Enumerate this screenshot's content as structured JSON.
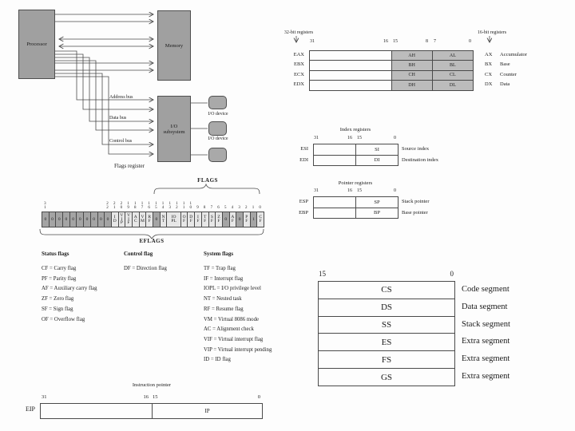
{
  "figure": {
    "system_diagram": {
      "processor_label": "Processor",
      "memory_label": "Memory",
      "io_subsystem_label": "I/O subsystem",
      "bus_labels": [
        "Address bus",
        "Data bus",
        "Control bus"
      ],
      "io_device_labels": [
        "I/O device",
        "I/O device"
      ],
      "caption": "Flags register"
    },
    "gp_registers": {
      "left_title": "32-bit registers",
      "right_title": "16-bit registers",
      "bit_labels": [
        "31",
        "16",
        "15",
        "8",
        "7",
        "0"
      ],
      "rows": [
        {
          "reg32": "EAX",
          "high": "AH",
          "low": "AL",
          "reg16": "AX",
          "desc": "Accumulator"
        },
        {
          "reg32": "EBX",
          "high": "BH",
          "low": "BL",
          "reg16": "BX",
          "desc": "Base"
        },
        {
          "reg32": "ECX",
          "high": "CH",
          "low": "CL",
          "reg16": "CX",
          "desc": "Counter"
        },
        {
          "reg32": "EDX",
          "high": "DH",
          "low": "DL",
          "reg16": "DX",
          "desc": "Data"
        }
      ]
    },
    "index_registers": {
      "title": "Index registers",
      "bit_labels": [
        "31",
        "16",
        "15",
        "0"
      ],
      "rows": [
        {
          "reg": "ESI",
          "field": "SI",
          "desc": "Source index"
        },
        {
          "reg": "EDI",
          "field": "DI",
          "desc": "Destination index"
        }
      ]
    },
    "pointer_registers": {
      "title": "Pointer registers",
      "bit_labels": [
        "31",
        "16",
        "15",
        "0"
      ],
      "rows": [
        {
          "reg": "ESP",
          "field": "SP",
          "desc": "Stack pointer"
        },
        {
          "reg": "EBP",
          "field": "BP",
          "desc": "Base pointer"
        }
      ]
    },
    "flags_register": {
      "flags_brace_label": "FLAGS",
      "eflags_brace_label": "EFLAGS",
      "cells": [
        {
          "num": "31",
          "label": "0",
          "reserved": true
        },
        {
          "num": "",
          "label": "0",
          "reserved": true
        },
        {
          "num": "",
          "label": "0",
          "reserved": true
        },
        {
          "num": "",
          "label": "0",
          "reserved": true
        },
        {
          "num": "",
          "label": "0",
          "reserved": true
        },
        {
          "num": "",
          "label": "0",
          "reserved": true
        },
        {
          "num": "",
          "label": "0",
          "reserved": true
        },
        {
          "num": "",
          "label": "0",
          "reserved": true
        },
        {
          "num": "",
          "label": "0",
          "reserved": true
        },
        {
          "num": "22",
          "label": "0",
          "reserved": true
        },
        {
          "num": "21",
          "label": "ID"
        },
        {
          "num": "20",
          "label": "VIP"
        },
        {
          "num": "19",
          "label": "VIF"
        },
        {
          "num": "18",
          "label": "AC"
        },
        {
          "num": "17",
          "label": "VM"
        },
        {
          "num": "16",
          "label": "RF"
        },
        {
          "num": "15",
          "label": "0",
          "reserved": true
        },
        {
          "num": "14",
          "label": "NT"
        },
        {
          "num": "13 12",
          "label": "IOPL",
          "width": 2
        },
        {
          "num": "11",
          "label": "OF"
        },
        {
          "num": "10",
          "label": "DF"
        },
        {
          "num": "9",
          "label": "IF"
        },
        {
          "num": "8",
          "label": "TF"
        },
        {
          "num": "7",
          "label": "SF"
        },
        {
          "num": "6",
          "label": "ZF"
        },
        {
          "num": "5",
          "label": "0",
          "reserved": true
        },
        {
          "num": "4",
          "label": "AF"
        },
        {
          "num": "3",
          "label": "0",
          "reserved": true
        },
        {
          "num": "2",
          "label": "PF"
        },
        {
          "num": "1",
          "label": "1",
          "reserved": true
        },
        {
          "num": "0",
          "label": "CF"
        }
      ]
    },
    "flag_legend": {
      "columns": [
        {
          "header": "Status flags",
          "items": [
            "CF = Carry flag",
            "PF = Parity flag",
            "AF = Auxiliary carry flag",
            "ZF = Zero flag",
            "SF = Sign flag",
            "OF = Overflow flag"
          ]
        },
        {
          "header": "Control flag",
          "items": [
            "DF = Direction flag"
          ]
        },
        {
          "header": "System flags",
          "items": [
            "TF = Trap flag",
            "IF = Interrupt flag",
            "IOPL = I/O privilege level",
            "NT = Nested task",
            "RF = Resume flag",
            "VM = Virtual 8086 mode",
            "AC = Alignment check",
            "VIF = Virtual interrupt flag",
            "VIP = Virtual interrupt pending",
            "ID = ID flag"
          ]
        }
      ]
    },
    "segment_registers": {
      "bit_labels": [
        "15",
        "0"
      ],
      "rows": [
        {
          "reg": "CS",
          "desc": "Code segment"
        },
        {
          "reg": "DS",
          "desc": "Data segment"
        },
        {
          "reg": "SS",
          "desc": "Stack segment"
        },
        {
          "reg": "ES",
          "desc": "Extra segment"
        },
        {
          "reg": "FS",
          "desc": "Extra segment"
        },
        {
          "reg": "GS",
          "desc": "Extra segment"
        }
      ]
    },
    "instruction_pointer": {
      "title": "Instruction pointer",
      "bit_labels": [
        "31",
        "16",
        "15",
        "0"
      ],
      "reg": "EIP",
      "field": "IP"
    }
  }
}
